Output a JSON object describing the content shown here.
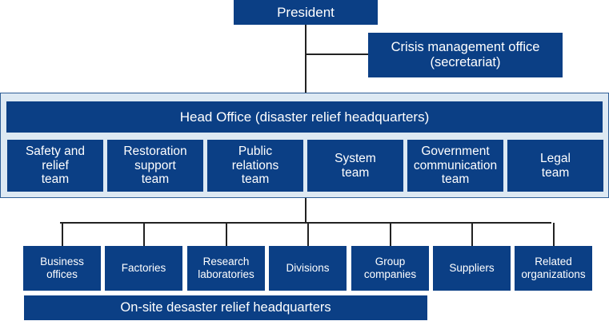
{
  "president": "President",
  "crisis_office": {
    "line1": "Crisis management office",
    "line2": "(secretariat)"
  },
  "head_office": "Head Office (disaster relief headquarters)",
  "teams": [
    [
      "Safety and",
      "relief",
      "team"
    ],
    [
      "Restoration",
      "support",
      "team"
    ],
    [
      "Public",
      "relations",
      "team"
    ],
    [
      "System",
      "team"
    ],
    [
      "Government",
      "communication",
      "team"
    ],
    [
      "Legal",
      "team"
    ]
  ],
  "units": [
    [
      "Business",
      "offices"
    ],
    [
      "Factories"
    ],
    [
      "Research",
      "laboratories"
    ],
    [
      "Divisions"
    ],
    [
      "Group",
      "companies"
    ],
    [
      "Suppliers"
    ],
    [
      "Related",
      "organizations"
    ]
  ],
  "onsite": "On-site desaster relief headquarters",
  "colors": {
    "box_fill": "#0b3f85",
    "frame_fill": "#dde9f3",
    "frame_border": "#2f5f97",
    "line": "#222222"
  }
}
